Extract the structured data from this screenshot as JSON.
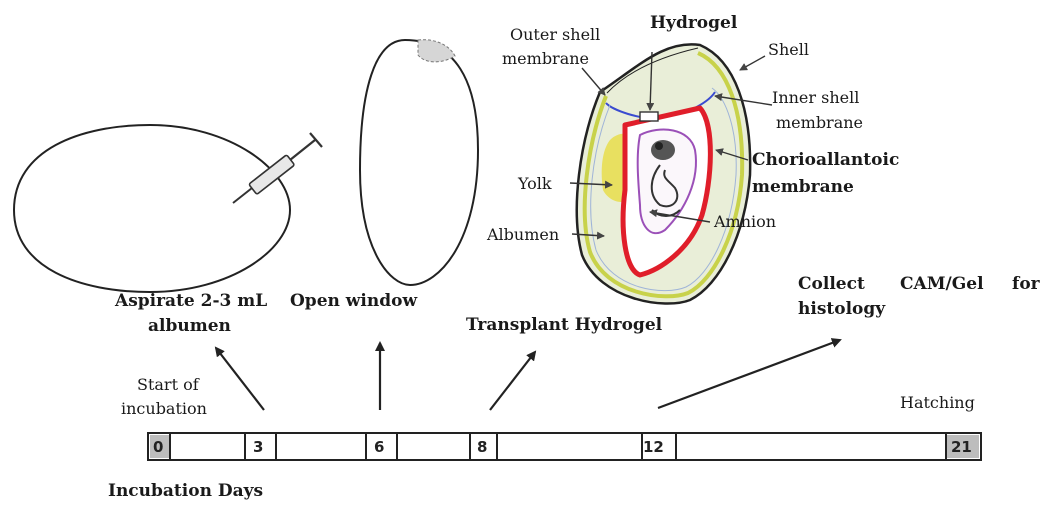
{
  "step_labels": {
    "aspirate_line1": "Aspirate 2-3 mL",
    "aspirate_line2": "albumen",
    "open_window": "Open window",
    "transplant": "Transplant Hydrogel",
    "collect_line1": "Collect",
    "collect_word2": "CAM/Gel",
    "collect_word3": "for",
    "collect_line2": "histology"
  },
  "timeline_labels": {
    "start_line1": "Start of",
    "start_line2": "incubation",
    "hatching": "Hatching",
    "axis_title": "Incubation Days",
    "days": [
      "0",
      "3",
      "6",
      "8",
      "12",
      "21"
    ]
  },
  "egg_labels": {
    "hydrogel": "Hydrogel",
    "outer_shell_line1": "Outer shell",
    "outer_shell_line2": "membrane",
    "shell": "Shell",
    "inner_shell_line1": "Inner shell",
    "inner_shell_line2": "membrane",
    "cam_line1": "Chorioallantoic",
    "cam_line2": "membrane",
    "yolk": "Yolk",
    "albumen": "Albumen",
    "amnion": "Amnion"
  },
  "colors": {
    "cam": "#e01e2a",
    "yolk": "#e8e060",
    "inner_membrane": "#3a4bd0",
    "amnion": "#9b50b8"
  }
}
